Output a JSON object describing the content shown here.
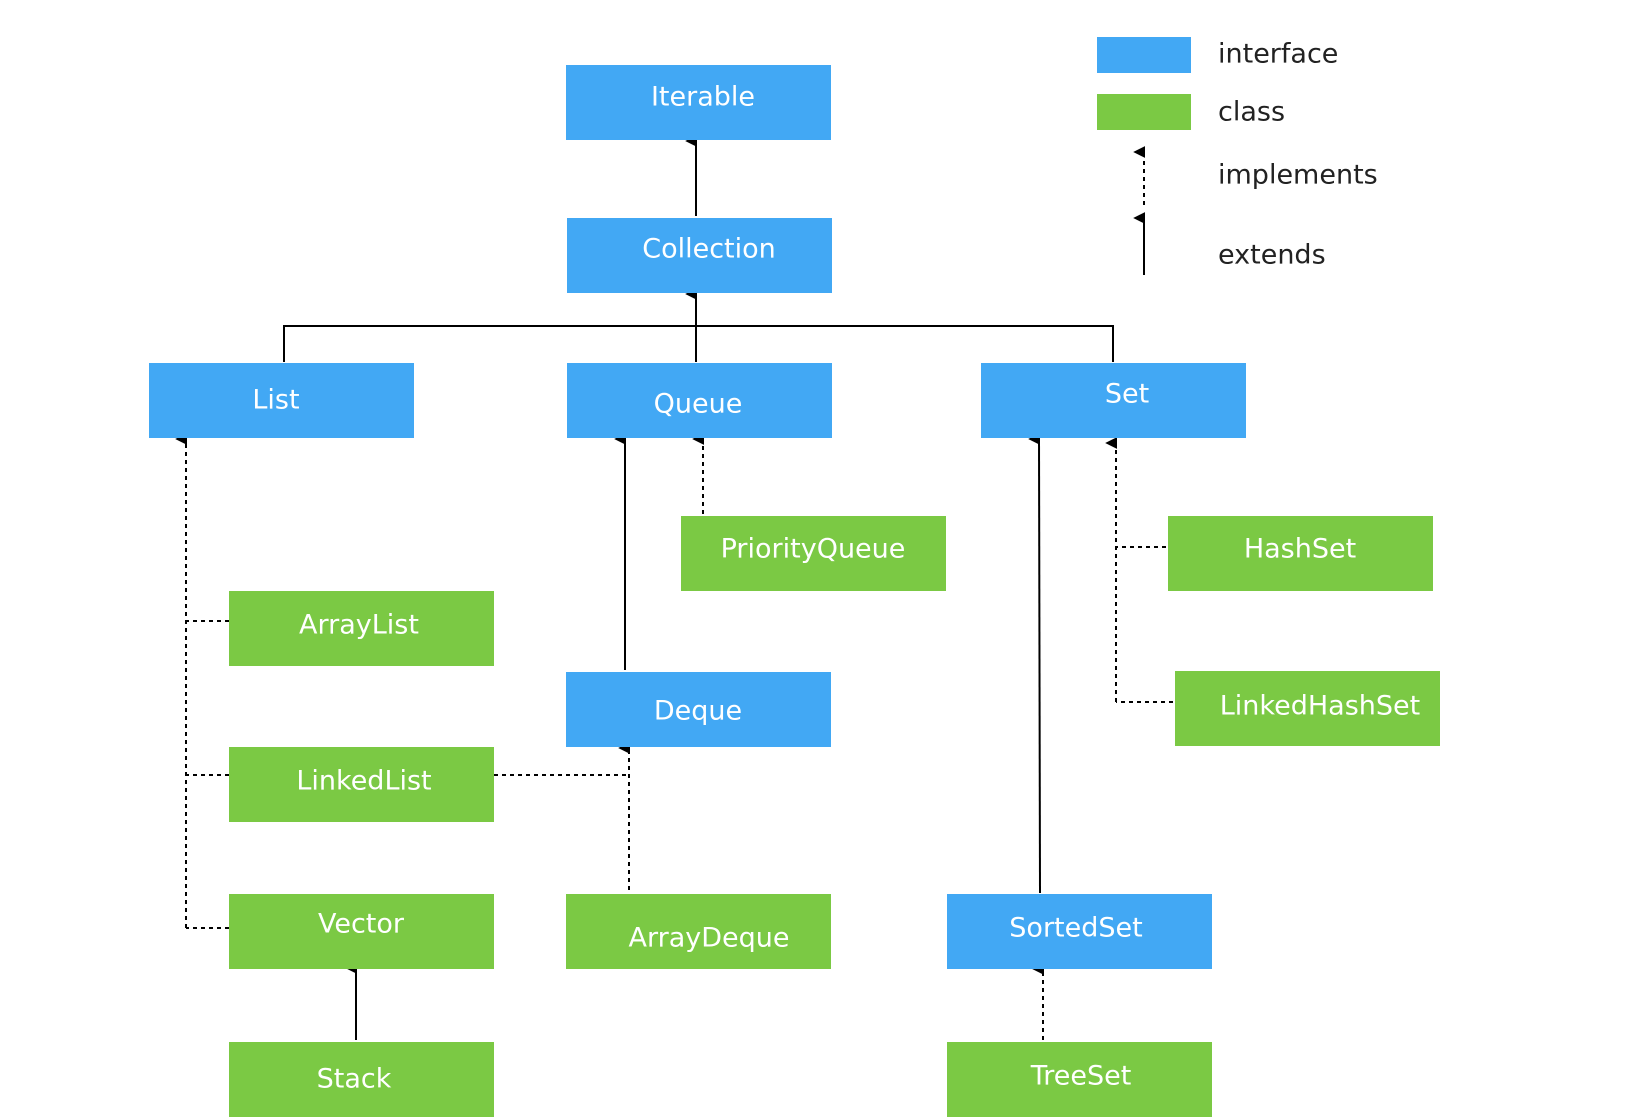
{
  "colors": {
    "interface": "#42A8F4",
    "class": "#7BC944",
    "text": "#FFFFFF",
    "line": "#000000",
    "legend_text": "#222222"
  },
  "legend": {
    "interface": "interface",
    "class": "class",
    "implements": "implements",
    "extends": "extends"
  },
  "nodes": {
    "iterable": {
      "label": "Iterable",
      "kind": "interface"
    },
    "collection": {
      "label": "Collection",
      "kind": "interface"
    },
    "list": {
      "label": "List",
      "kind": "interface"
    },
    "queue": {
      "label": "Queue",
      "kind": "interface"
    },
    "set": {
      "label": "Set",
      "kind": "interface"
    },
    "priorityqueue": {
      "label": "PriorityQueue",
      "kind": "class"
    },
    "hashset": {
      "label": "HashSet",
      "kind": "class"
    },
    "arraylist": {
      "label": "ArrayList",
      "kind": "class"
    },
    "deque": {
      "label": "Deque",
      "kind": "interface"
    },
    "linkedhashset": {
      "label": "LinkedHashSet",
      "kind": "class"
    },
    "linkedlist": {
      "label": "LinkedList",
      "kind": "class"
    },
    "vector": {
      "label": "Vector",
      "kind": "class"
    },
    "arraydeque": {
      "label": "ArrayDeque",
      "kind": "class"
    },
    "sortedset": {
      "label": "SortedSet",
      "kind": "interface"
    },
    "stack": {
      "label": "Stack",
      "kind": "class"
    },
    "treeset": {
      "label": "TreeSet",
      "kind": "class"
    }
  },
  "edges": [
    {
      "from": "collection",
      "to": "iterable",
      "type": "extends"
    },
    {
      "from": "list",
      "to": "collection",
      "type": "extends"
    },
    {
      "from": "queue",
      "to": "collection",
      "type": "extends"
    },
    {
      "from": "set",
      "to": "collection",
      "type": "extends"
    },
    {
      "from": "arraylist",
      "to": "list",
      "type": "implements"
    },
    {
      "from": "linkedlist",
      "to": "list",
      "type": "implements"
    },
    {
      "from": "vector",
      "to": "list",
      "type": "implements"
    },
    {
      "from": "stack",
      "to": "vector",
      "type": "extends"
    },
    {
      "from": "priorityqueue",
      "to": "queue",
      "type": "implements"
    },
    {
      "from": "deque",
      "to": "queue",
      "type": "extends"
    },
    {
      "from": "linkedlist",
      "to": "deque",
      "type": "implements"
    },
    {
      "from": "arraydeque",
      "to": "deque",
      "type": "implements"
    },
    {
      "from": "hashset",
      "to": "set",
      "type": "implements"
    },
    {
      "from": "linkedhashset",
      "to": "set",
      "type": "implements"
    },
    {
      "from": "sortedset",
      "to": "set",
      "type": "extends"
    },
    {
      "from": "treeset",
      "to": "sortedset",
      "type": "implements"
    }
  ]
}
